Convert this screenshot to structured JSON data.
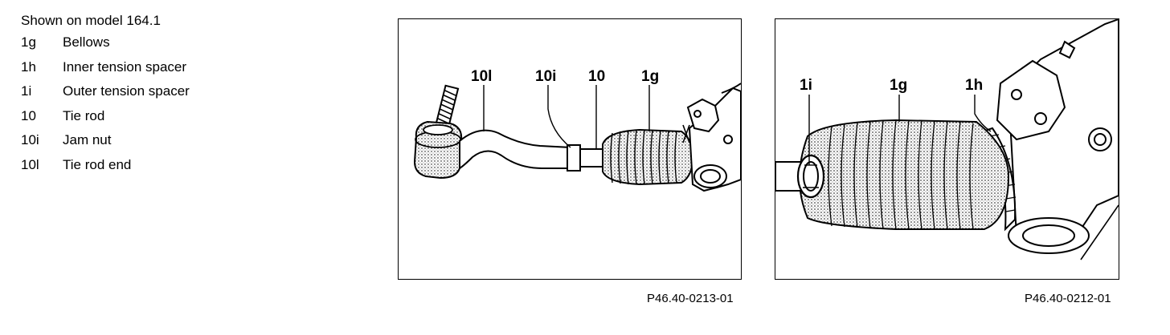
{
  "legend": {
    "heading": "Shown on model 164.1",
    "items": [
      {
        "code": "1g",
        "label": "Bellows"
      },
      {
        "code": "1h",
        "label": "Inner tension spacer"
      },
      {
        "code": "1i",
        "label": "Outer tension spacer"
      },
      {
        "code": "10",
        "label": "Tie rod"
      },
      {
        "code": "10i",
        "label": "Jam nut"
      },
      {
        "code": "10l",
        "label": "Tie rod end"
      }
    ]
  },
  "figures": [
    {
      "callouts": [
        "10l",
        "10i",
        "10",
        "1g"
      ],
      "caption": "P46.40-0213-01"
    },
    {
      "callouts": [
        "1i",
        "1g",
        "1h"
      ],
      "caption": "P46.40-0212-01"
    }
  ]
}
